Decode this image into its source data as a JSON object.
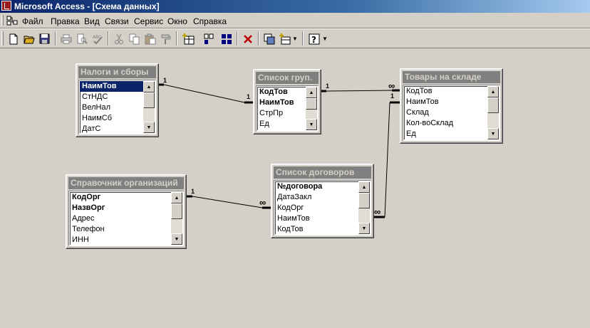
{
  "window": {
    "title": "Microsoft Access - [Схема данных]"
  },
  "menu": {
    "items": [
      "Файл",
      "Правка",
      "Вид",
      "Связи",
      "Сервис",
      "Окно",
      "Справка"
    ]
  },
  "toolbar": {
    "icons": [
      "new-icon",
      "open-icon",
      "save-icon",
      "print-icon",
      "print-preview-icon",
      "spelling-icon",
      "cut-icon",
      "copy-icon",
      "paste-icon",
      "format-painter-icon",
      "show-table-icon",
      "show-direct-icon",
      "show-all-icon",
      "delete-icon",
      "new-object-icon",
      "office-links-icon",
      "help-icon"
    ]
  },
  "tables": [
    {
      "title": "Налоги и сборы",
      "fields": [
        "НаимТов",
        "СтНДС",
        "ВелНал",
        "НаимСб",
        "ДатС"
      ],
      "bold": [
        0
      ],
      "selected": 0
    },
    {
      "title": "Список груп.",
      "fields": [
        "КодТов",
        "НаимТов",
        "СтрПр",
        "Ед"
      ],
      "bold": [
        0,
        1
      ],
      "selected": -1
    },
    {
      "title": "Товары на складе",
      "fields": [
        "КодТов",
        "НаимТов",
        "Склад",
        "Кол-воСклад",
        "Ед"
      ],
      "bold": [],
      "selected": -1
    },
    {
      "title": "Справочник организаций",
      "fields": [
        "КодОрг",
        "НазвОрг",
        "Адрес",
        "Телефон",
        "ИНН"
      ],
      "bold": [
        0,
        1
      ],
      "selected": -1
    },
    {
      "title": "Список договоров",
      "fields": [
        "№договора",
        "ДатаЗакл",
        "КодОрг",
        "НаимТов",
        "КодТов"
      ],
      "bold": [
        0
      ],
      "selected": -1
    }
  ],
  "relationships": [
    {
      "from": "Налоги и сборы",
      "to": "Список груп.",
      "from_card": "1",
      "to_card": "1"
    },
    {
      "from": "Список груп.",
      "to": "Товары на складе",
      "from_card": "1",
      "to_card": "∞"
    },
    {
      "from": "Товары на складе",
      "to": "Список договоров",
      "from_card": "1",
      "to_card": "∞"
    },
    {
      "from": "Справочник организаций",
      "to": "Список договоров",
      "from_card": "1",
      "to_card": "∞"
    }
  ]
}
